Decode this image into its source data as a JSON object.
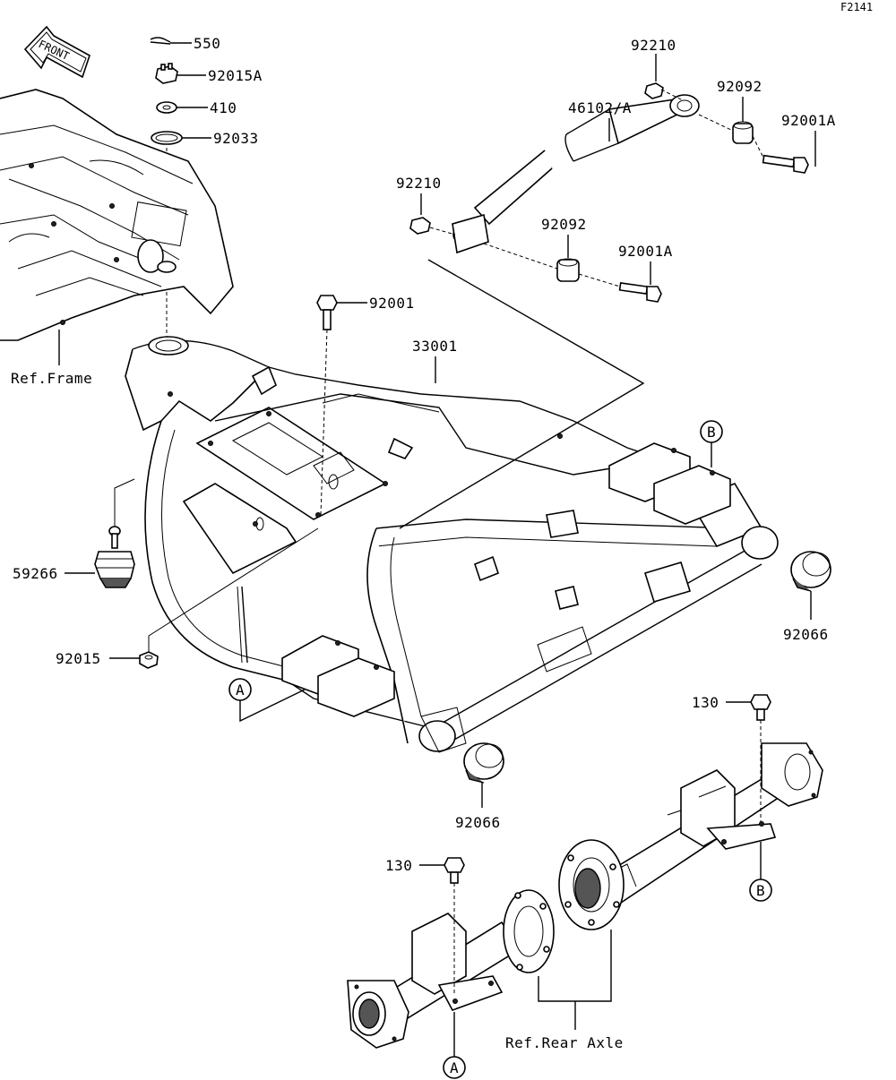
{
  "diagram": {
    "code": "F2141",
    "front_badge": "FRONT",
    "refs": {
      "frame": "Ref.Frame",
      "rear_axle": "Ref.Rear Axle"
    },
    "callouts": {
      "a_top": "A",
      "a_bottom": "A",
      "b_top": "B",
      "b_bottom": "B"
    },
    "labels": {
      "p550": "550",
      "p92015a": "92015A",
      "p410": "410",
      "p92033": "92033",
      "p92210_top": "92210",
      "p46102a": "46102/A",
      "p92092_top": "92092",
      "p92001a_top": "92001A",
      "p92210_mid": "92210",
      "p92092_mid": "92092",
      "p92001a_mid": "92001A",
      "p92001": "92001",
      "p33001": "33001",
      "p59266": "59266",
      "p92015": "92015",
      "p92066_right": "92066",
      "p92066_bottom": "92066",
      "p130_right": "130",
      "p130_left": "130"
    }
  }
}
